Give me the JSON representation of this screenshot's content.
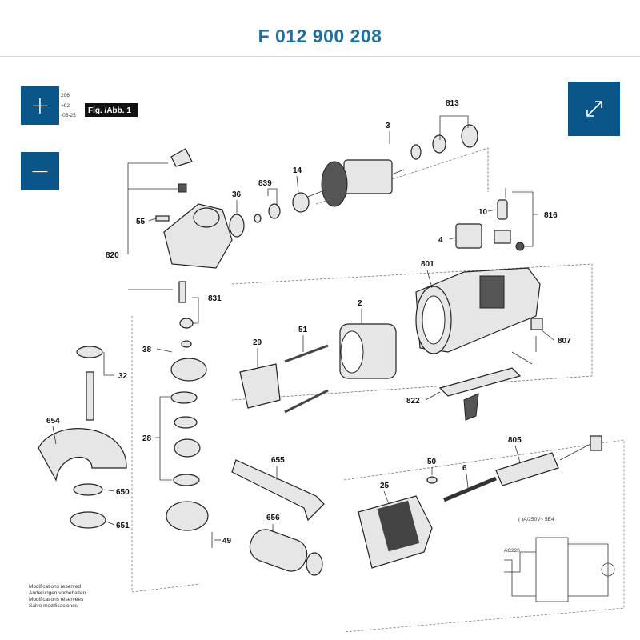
{
  "header": {
    "title": "F 012 900 208"
  },
  "controls": {
    "zoom_in_symbol": "+",
    "zoom_out_symbol": "−",
    "expand_icon": "expand-icon"
  },
  "drawing": {
    "fig_label": "Fig. /Abb. 1",
    "corner_codes": [
      "206",
      "+92",
      "-05-25"
    ],
    "part_numbers": [
      "3",
      "813",
      "14",
      "839",
      "36",
      "820",
      "55",
      "4",
      "816",
      "10",
      "801",
      "2",
      "51",
      "831",
      "29",
      "807",
      "38",
      "32",
      "822",
      "28",
      "654",
      "805",
      "655",
      "50",
      "6",
      "650",
      "25",
      "651",
      "656",
      "49"
    ],
    "rating_text": "( )A/250V~ 5E4",
    "ac_label": "AC220",
    "footer_notes": [
      "Modifications reserved",
      "Änderungen vorbehalten",
      "Modifications réservées",
      "Salvo modificaciones"
    ]
  },
  "colors": {
    "brand_blue": "#0b5689",
    "title_blue": "#1f6fa0"
  }
}
